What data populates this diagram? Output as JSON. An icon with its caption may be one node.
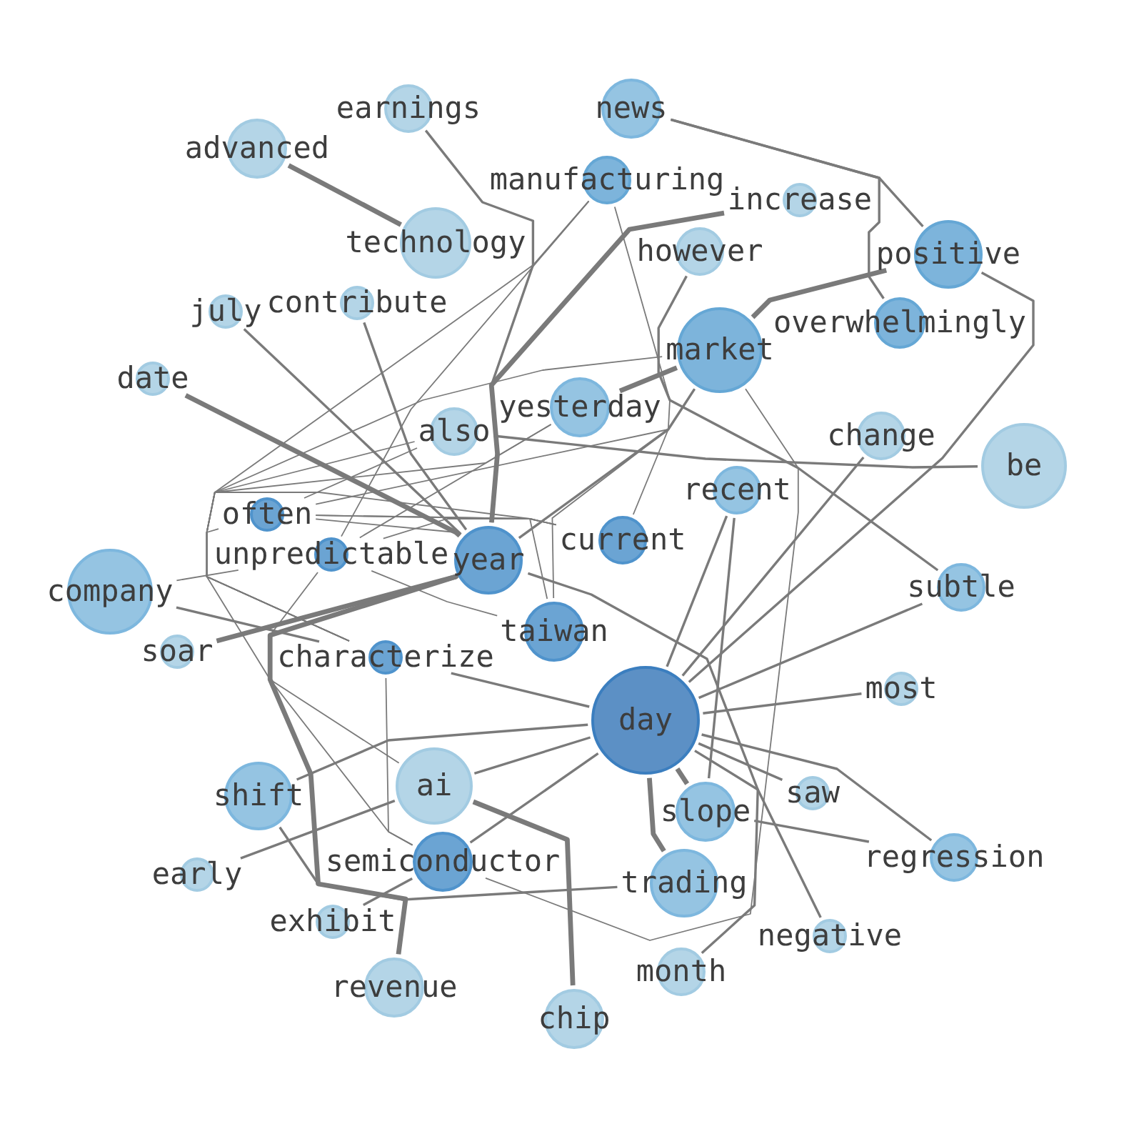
{
  "diagram": {
    "nodes": [
      {
        "text": [
          "earnings"
        ]
      },
      {
        "text": [
          "news"
        ]
      },
      {
        "text": [
          "advanced"
        ]
      },
      {
        "text": [
          "manufacturing"
        ]
      },
      {
        "text": [
          "increase"
        ]
      },
      {
        "text": [
          "technology"
        ]
      },
      {
        "text": [
          "however"
        ]
      },
      {
        "text": [
          "contribute"
        ]
      },
      {
        "text": [
          "positive"
        ]
      },
      {
        "text": [
          "overwhelmingly"
        ]
      },
      {
        "text": [
          "july"
        ]
      },
      {
        "text": [
          "market"
        ]
      },
      {
        "text": [
          "date"
        ]
      },
      {
        "text": [
          "yesterday"
        ]
      },
      {
        "text": [
          "also"
        ]
      },
      {
        "text": [
          "change"
        ]
      },
      {
        "text": [
          "be"
        ]
      },
      {
        "text": [
          "recent"
        ]
      },
      {
        "text": [
          "often"
        ]
      },
      {
        "text": [
          "unpredictable"
        ]
      },
      {
        "text": [
          "current"
        ]
      },
      {
        "text": [
          "year"
        ]
      },
      {
        "text": [
          "company"
        ]
      },
      {
        "text": [
          "subtle"
        ]
      },
      {
        "text": [
          "soar"
        ]
      },
      {
        "text": [
          "taiwan"
        ]
      },
      {
        "text": [
          "characterize"
        ]
      },
      {
        "text": [
          "day"
        ]
      },
      {
        "text": [
          "most"
        ]
      },
      {
        "text": [
          "saw"
        ]
      },
      {
        "text": [
          "shift"
        ]
      },
      {
        "text": [
          "ai"
        ]
      },
      {
        "text": [
          "slope"
        ]
      },
      {
        "text": [
          "semiconductor"
        ]
      },
      {
        "text": [
          "early"
        ]
      },
      {
        "text": [
          "regression"
        ]
      },
      {
        "text": [
          "trading"
        ]
      },
      {
        "text": [
          "exhibit"
        ]
      },
      {
        "text": [
          "negative"
        ]
      },
      {
        "text": [
          "month"
        ]
      },
      {
        "text": [
          "revenue"
        ]
      },
      {
        "text": [
          "chip"
        ]
      }
    ],
    "edges": [
      {
        "from": 2,
        "to": 5,
        "arrow": "none",
        "style": "thick"
      },
      {
        "from": 0,
        "to": 21,
        "arrow": "none"
      },
      {
        "from": 7,
        "to": 21,
        "arrow": "none"
      },
      {
        "from": 10,
        "to": 21,
        "arrow": "none"
      },
      {
        "from": 12,
        "to": 21,
        "arrow": "none",
        "style": "thick"
      },
      {
        "from": 24,
        "to": 21,
        "arrow": "none",
        "style": "thick"
      },
      {
        "from": 21,
        "to": 4,
        "arrow": "none",
        "style": "thick"
      },
      {
        "from": 21,
        "to": 39,
        "arrow": "none"
      },
      {
        "from": 21,
        "to": 40,
        "arrow": "none",
        "style": "thick"
      },
      {
        "from": 1,
        "to": 8,
        "arrow": "none"
      },
      {
        "from": 1,
        "to": 9,
        "arrow": "none"
      },
      {
        "from": 6,
        "to": 23,
        "arrow": "none"
      },
      {
        "from": 11,
        "to": 8,
        "arrow": "none",
        "style": "thick"
      },
      {
        "from": 11,
        "to": 13,
        "arrow": "none",
        "style": "thick"
      },
      {
        "from": 11,
        "to": 18,
        "arrow": "none"
      },
      {
        "from": 11,
        "to": 25,
        "arrow": "none"
      },
      {
        "from": 11,
        "to": 33,
        "arrow": "none"
      },
      {
        "from": 3,
        "to": 19,
        "arrow": "none"
      },
      {
        "from": 3,
        "to": 26,
        "arrow": "none"
      },
      {
        "from": 3,
        "to": 20,
        "arrow": "none"
      },
      {
        "from": 18,
        "to": 20,
        "arrow": "none"
      },
      {
        "from": 19,
        "to": 20,
        "arrow": "none"
      },
      {
        "from": 18,
        "to": 14,
        "arrow": "none"
      },
      {
        "from": 14,
        "to": 16,
        "arrow": "none"
      },
      {
        "from": 22,
        "to": 19,
        "arrow": "none"
      },
      {
        "from": 22,
        "to": 26,
        "arrow": "none"
      },
      {
        "from": 27,
        "to": 17,
        "arrow": "none"
      },
      {
        "from": 27,
        "to": 8,
        "arrow": "none"
      },
      {
        "from": 27,
        "to": 15,
        "arrow": "none"
      },
      {
        "from": 27,
        "to": 23,
        "arrow": "none"
      },
      {
        "from": 27,
        "to": 28,
        "arrow": "none"
      },
      {
        "from": 27,
        "to": 29,
        "arrow": "none"
      },
      {
        "from": 27,
        "to": 35,
        "arrow": "none"
      },
      {
        "from": 27,
        "to": 32,
        "arrow": "none",
        "style": "thick"
      },
      {
        "from": 27,
        "to": 36,
        "arrow": "none",
        "style": "thick"
      },
      {
        "from": 27,
        "to": 38,
        "arrow": "none"
      },
      {
        "from": 27,
        "to": 30,
        "arrow": "none"
      },
      {
        "from": 27,
        "to": 31,
        "arrow": "none"
      },
      {
        "from": 27,
        "to": 33,
        "arrow": "none"
      },
      {
        "from": 17,
        "to": 32,
        "arrow": "none"
      },
      {
        "from": 32,
        "to": 35,
        "arrow": "none"
      },
      {
        "from": 30,
        "to": 36,
        "arrow": "none"
      },
      {
        "from": 31,
        "to": 41,
        "arrow": "none",
        "style": "thick"
      },
      {
        "from": 37,
        "to": 33,
        "arrow": "none"
      },
      {
        "from": 18,
        "to": 33,
        "arrow": "none"
      },
      {
        "from": 19,
        "to": 31,
        "arrow": "none"
      },
      {
        "from": 26,
        "to": 33,
        "arrow": "none"
      },
      {
        "from": 26,
        "to": 11,
        "arrow": "none"
      },
      {
        "from": 26,
        "to": 20,
        "arrow": "none"
      },
      {
        "from": 26,
        "to": 14,
        "arrow": "none"
      },
      {
        "from": 18,
        "to": 25,
        "arrow": "none"
      },
      {
        "from": 19,
        "to": 25,
        "arrow": "none"
      },
      {
        "from": 18,
        "to": 21,
        "arrow": "none"
      },
      {
        "from": 13,
        "to": 26,
        "arrow": "none"
      },
      {
        "from": 13,
        "to": 19,
        "arrow": "none"
      },
      {
        "from": 21,
        "to": 11,
        "arrow": "none"
      },
      {
        "from": 26,
        "to": 27,
        "arrow": "none"
      },
      {
        "from": 34,
        "to": 31,
        "arrow": "none"
      }
    ]
  }
}
